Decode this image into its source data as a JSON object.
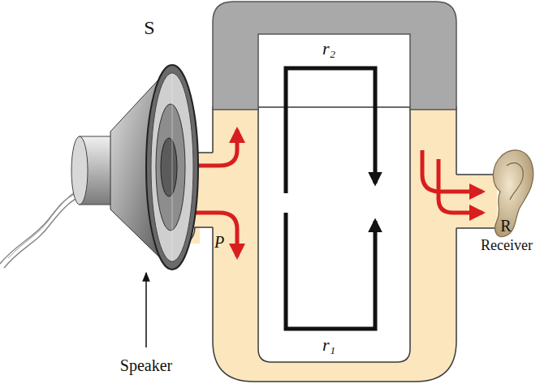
{
  "diagram": {
    "labels": [
      "S",
      "r₂",
      "r₁",
      "P",
      "R",
      "Receiver",
      "Speaker"
    ]
  }
}
